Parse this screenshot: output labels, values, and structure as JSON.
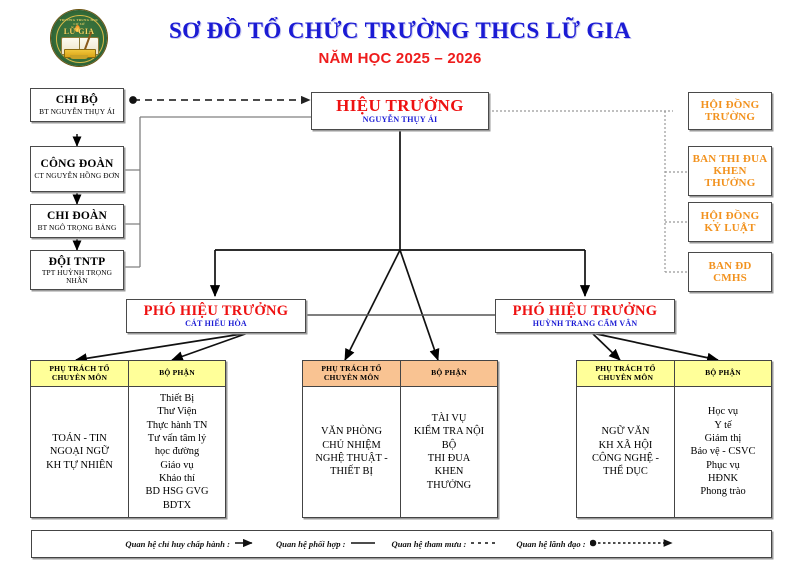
{
  "header": {
    "logo_name": "LỮ GIA",
    "logo_arc_text": "TRƯỜNG TRUNG HỌC CƠ SỞ",
    "title": "SƠ ĐỒ TỔ CHỨC TRƯỜNG THCS LỮ GIA",
    "subtitle": "NĂM HỌC 2025 – 2026",
    "title_color": "#1b1bd4",
    "subtitle_color": "#ee1c1c"
  },
  "principal": {
    "role": "HIỆU TRƯỞNG",
    "name": "NGUYỄN THỤY ÁI",
    "role_color": "#ee1111",
    "name_color": "#1b1bd4"
  },
  "party_units": [
    {
      "title": "CHI BỘ",
      "subtitle": "BT NGUYỄN THỤY ÁI"
    },
    {
      "title": "CÔNG ĐOÀN",
      "subtitle": "CT NGUYỄN HỒNG ĐƠN"
    },
    {
      "title": "CHI ĐOÀN",
      "subtitle": "BT NGÔ TRỌNG BẢNG"
    },
    {
      "title": "ĐỘI TNTP",
      "subtitle": "TPT HUỲNH TRỌNG NHÂN"
    }
  ],
  "advisory_units": [
    {
      "title": "HỘI ĐỒNG TRƯỜNG"
    },
    {
      "title": "BAN THI ĐUA KHEN THƯỞNG"
    },
    {
      "title": "HỘI ĐỒNG KỶ LUẬT"
    },
    {
      "title": "BAN ĐD CMHS"
    }
  ],
  "advisory_color": "#f2921e",
  "vice_principals": [
    {
      "role": "PHÓ HIỆU TRƯỞNG",
      "name": "CÁT HIẾU HÒA"
    },
    {
      "role": "PHÓ HIỆU TRƯỞNG",
      "name": "HUỲNH TRANG CẨM VÂN"
    }
  ],
  "tables": [
    {
      "header_color": "#ffff99",
      "columns": [
        "PHỤ TRÁCH TỔ CHUYÊN MÔN",
        "BỘ PHẬN"
      ],
      "cells": [
        "TOÁN - TIN\nNGOẠI NGỮ\nKH TỰ NHIÊN",
        "Thiết Bị\nThư Viện\nThực hành TN\nTư vấn tâm lý\nhọc đường\nGiáo vụ\nKhảo thí\nBD HSG GVG\nBDTX"
      ]
    },
    {
      "header_color": "#f9c392",
      "columns": [
        "PHỤ TRÁCH TỔ CHUYÊN MÔN",
        "BỘ PHẬN"
      ],
      "cells": [
        "VĂN PHÒNG\nCHỦ NHIỆM\nNGHỆ THUẬT -\nTHIẾT BỊ",
        "TÀI VỤ\nKIỂM TRA NỘI\nBỘ\nTHI ĐUA\nKHEN\nTHƯỞNG"
      ]
    },
    {
      "header_color": "#ffff99",
      "columns": [
        "PHỤ TRÁCH TỔ CHUYÊN MÔN",
        "BỘ PHẬN"
      ],
      "cells": [
        "NGỮ VĂN\nKH XÃ HỘI\nCÔNG NGHỆ -\nTHỂ DỤC",
        "Học vụ\nY tế\nGiám thị\nBảo vệ - CSVC\nPhục vụ\nHĐNK\nPhong trào"
      ]
    }
  ],
  "legend": [
    {
      "label": "Quan hệ chỉ huy chấp hành :",
      "symbol": "solid-arrow"
    },
    {
      "label": "Quan hệ phối hợp :",
      "symbol": "solid-line"
    },
    {
      "label": "Quan hệ tham mưu :",
      "symbol": "dotted-line"
    },
    {
      "label": "Quan hệ lãnh đạo :",
      "symbol": "dotted-double-arrow"
    }
  ]
}
